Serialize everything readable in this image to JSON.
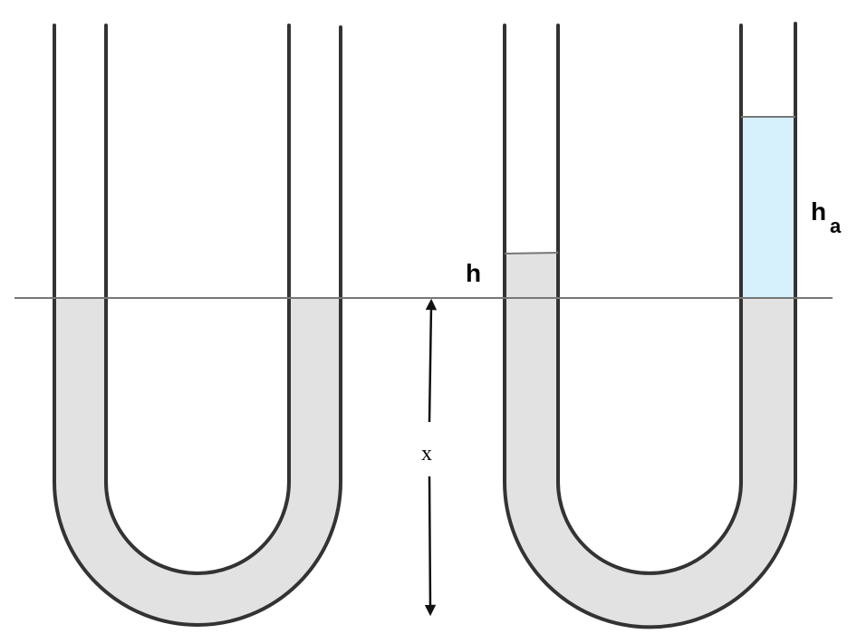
{
  "labels": {
    "h": "h",
    "h_a_main": "h",
    "h_a_sub": "a",
    "x": "x"
  },
  "colors": {
    "fluid": "#e2e2e2",
    "second_fluid": "#d6f1fb",
    "tube_wall": "#333333",
    "reference_line": "#777777",
    "arrow": "#111111"
  }
}
